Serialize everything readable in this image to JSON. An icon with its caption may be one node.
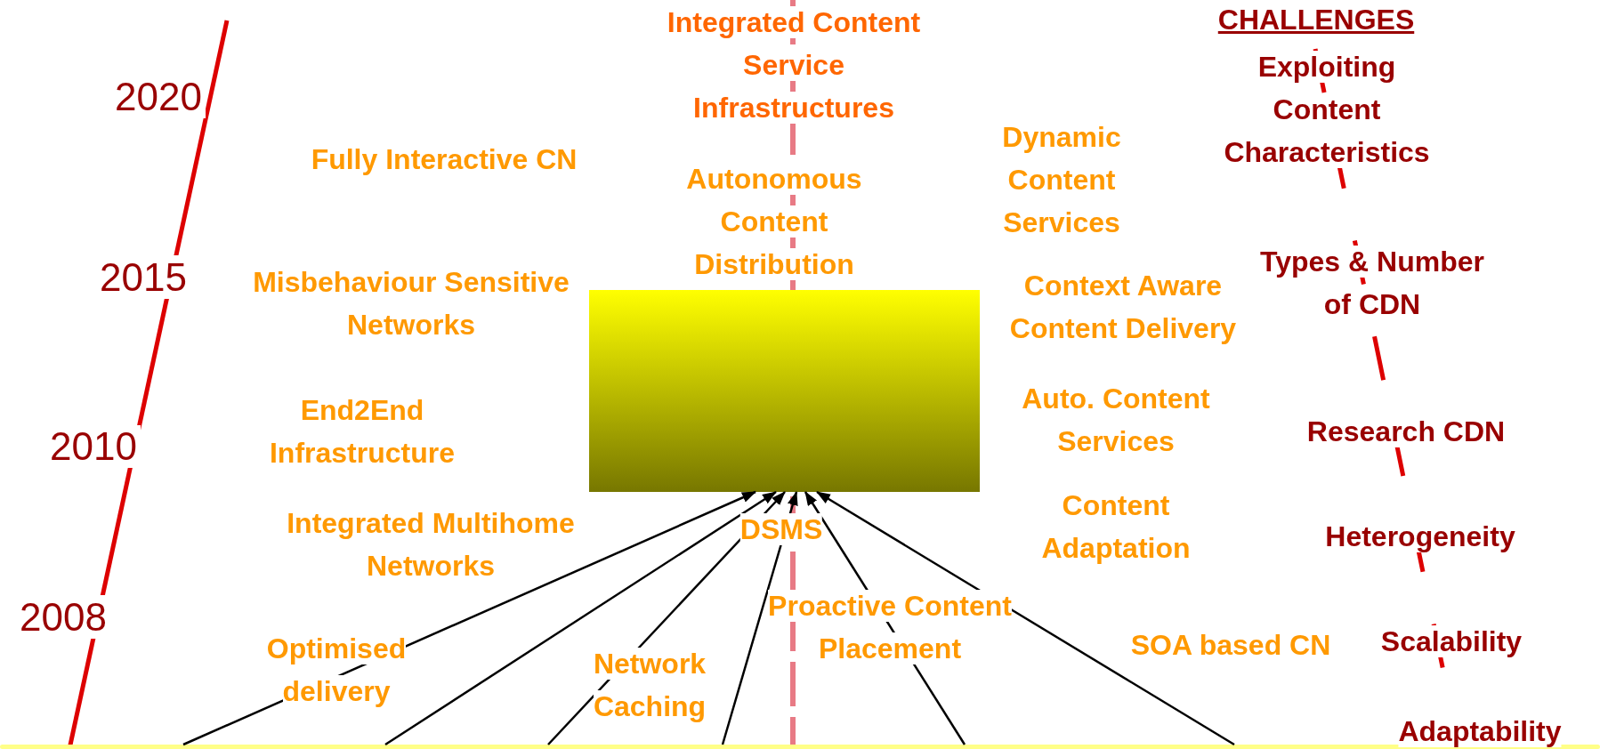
{
  "diagram": {
    "nodes": [
      {
        "text": [],
        "shape": "box"
      },
      {
        "text": [],
        "shape": "bar"
      }
    ],
    "edges": [
      {
        "from": 1,
        "to": 0,
        "arrow": "to"
      },
      {
        "from": 1,
        "to": 0,
        "arrow": "to"
      },
      {
        "from": 1,
        "to": 0,
        "arrow": "to"
      },
      {
        "from": 1,
        "to": 0,
        "arrow": "to"
      },
      {
        "from": 1,
        "to": 0,
        "arrow": "to"
      },
      {
        "from": 1,
        "to": 0,
        "arrow": "to"
      }
    ],
    "labels": [
      "CHALLENGES",
      "Integrated Content Service Infrastructures",
      "2020",
      "Exploiting Content Characteristics",
      "Dynamic Content Services",
      "Fully Interactive CN",
      "Autonomous Content Distribution",
      "Types & Number of CDN",
      "2015",
      "Misbehaviour Sensitive Networks",
      "Context Aware Content Delivery",
      "Research CDN",
      "End2End Infrastructure",
      "2010",
      "Auto. Content Services",
      "Heterogeneity",
      "Integrated Multihome Networks",
      "DSMS",
      "Content Adaptation",
      "2008",
      "Proactive Content Placement",
      "Scalability",
      "Optimised delivery",
      "SOA based CN",
      "Network Caching",
      "Adaptability"
    ]
  }
}
